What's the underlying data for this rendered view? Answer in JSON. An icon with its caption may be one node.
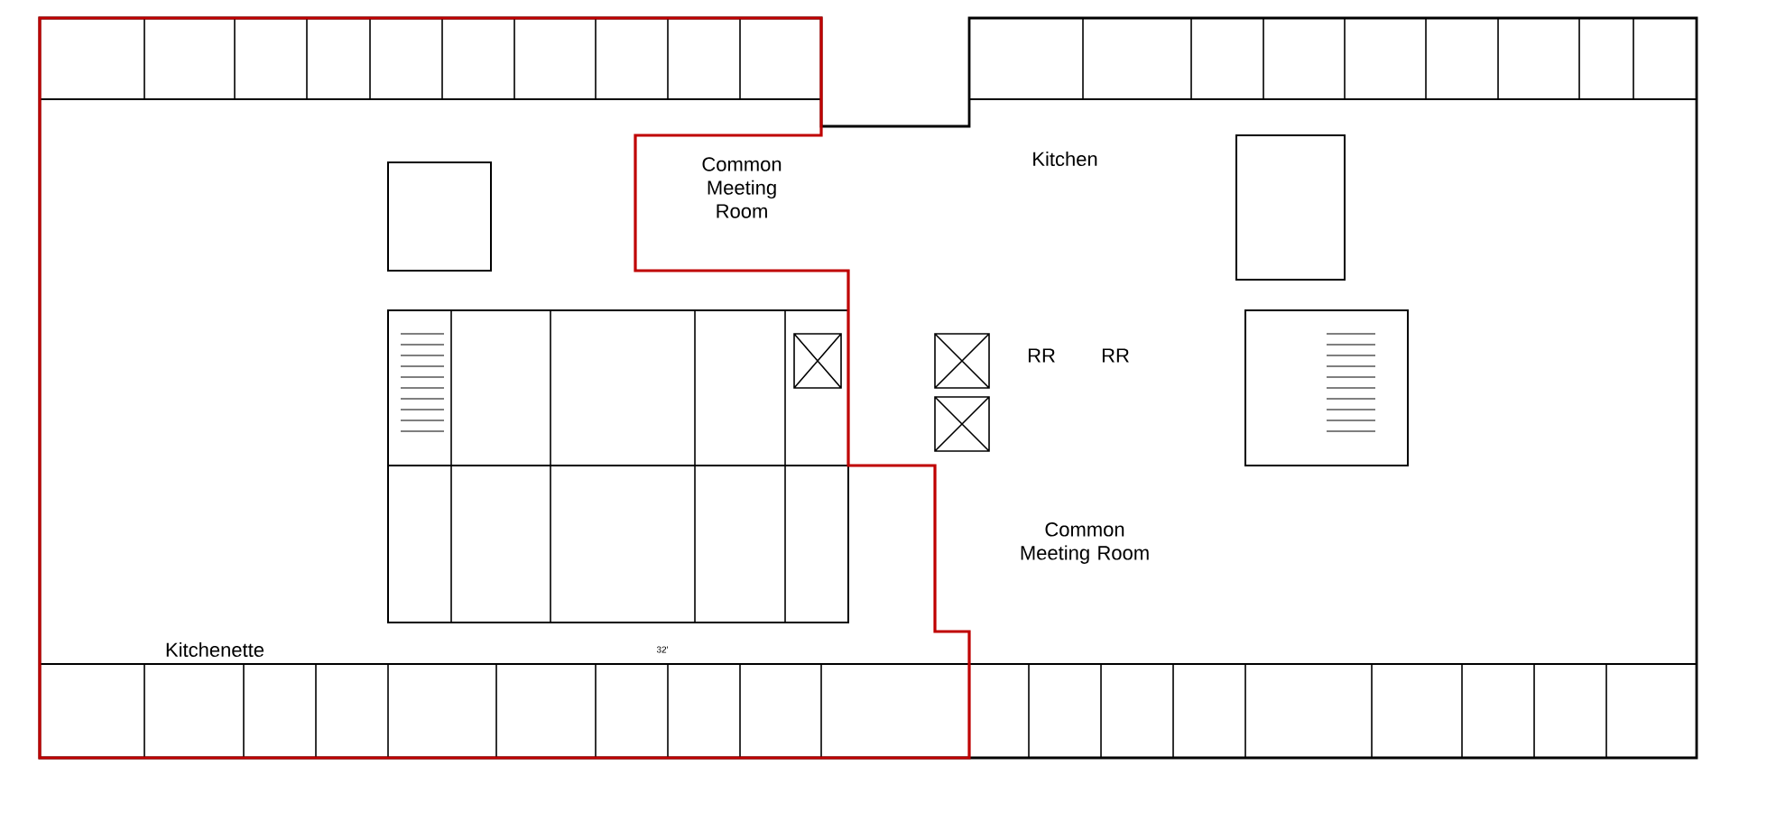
{
  "diagram": {
    "nodes": [
      {
        "text": [
          "Common Meeting Room"
        ]
      },
      {
        "text": [
          "Kitchen"
        ]
      },
      {
        "text": [
          "RR"
        ]
      },
      {
        "text": [
          "RR"
        ]
      },
      {
        "text": [
          "Common Meeting Room"
        ]
      },
      {
        "text": [
          "Kitchenette"
        ]
      }
    ],
    "labels": [
      "32'"
    ]
  }
}
